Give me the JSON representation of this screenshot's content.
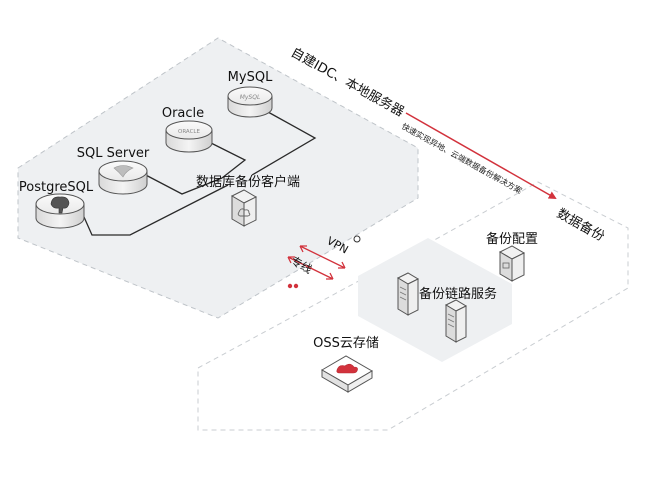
{
  "labels": {
    "mysql": "MySQL",
    "oracle": "Oracle",
    "sqlserver": "SQL Server",
    "postgresql": "PostgreSQL",
    "db_client": "数据库备份客户端",
    "idc_region": "自建IDC、本地服务器",
    "arrow_caption": "快速实现异地、云端数据备份解决方案",
    "cloud_region": "数据备份",
    "vpn": "VPN",
    "private_line": "专线",
    "backup_config": "备份配置",
    "backup_link": "备份链路服务",
    "oss": "OSS云存储"
  },
  "db_icon_texts": {
    "mysql": "MySQL",
    "oracle": "ORACLE"
  },
  "colors": {
    "accent_red": "#d2323c",
    "region_fill": "#eef0f2",
    "region_border": "#bfc4c9",
    "line": "#2a2a2a"
  }
}
